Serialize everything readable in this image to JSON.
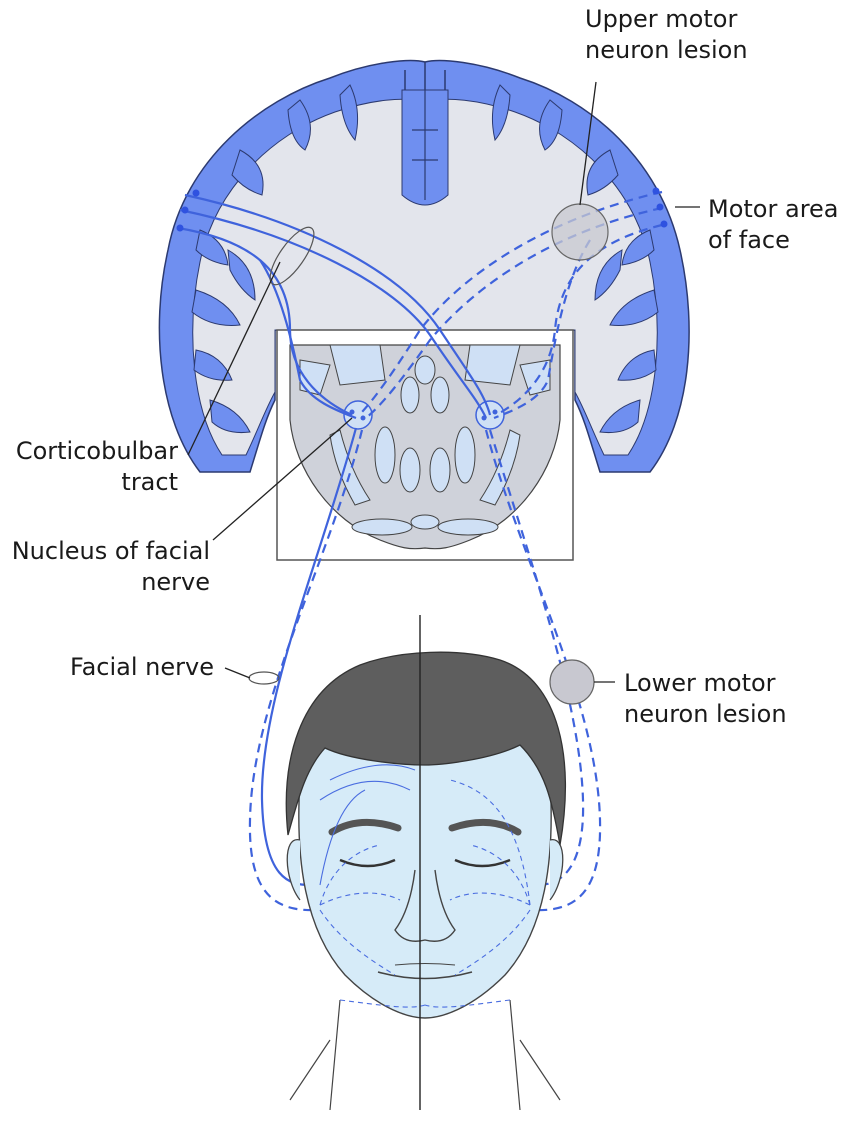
{
  "labels": {
    "upper_motor_lesion": [
      "Upper motor",
      "neuron lesion"
    ],
    "motor_area_face": [
      "Motor area",
      "of face"
    ],
    "corticobulbar_tract": [
      "Corticobulbar",
      "tract"
    ],
    "nucleus_facial_nerve": [
      "Nucleus of facial",
      "nerve"
    ],
    "facial_nerve": "Facial nerve",
    "lower_motor_lesion": [
      "Lower motor",
      "neuron lesion"
    ]
  },
  "colors": {
    "cortex": "#6f8ff0",
    "white_matter": "#e3e5ec",
    "tract": "#3f63dc",
    "brainstem": "#cfd2da",
    "brainstem_nuclei": "#cfe0f5",
    "face": "#d6ebf8",
    "hair": "#5e5e5e",
    "lesion": "#c8c8d0"
  }
}
